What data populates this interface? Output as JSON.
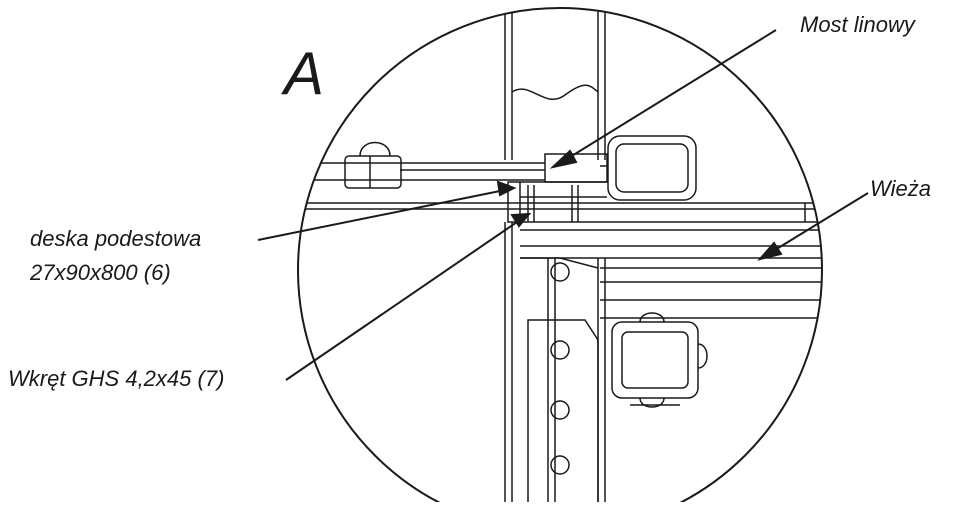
{
  "detail_letter": "A",
  "labels": {
    "most_linowy": "Most linowy",
    "wieza": "Wieża",
    "deska_line1": "deska podestowa",
    "deska_line2": "27x90x800 (6)",
    "wkret": "Wkręt GHS 4,2x45 (7)"
  },
  "colors": {
    "ink": "#1a1a1a",
    "background": "#ffffff"
  }
}
